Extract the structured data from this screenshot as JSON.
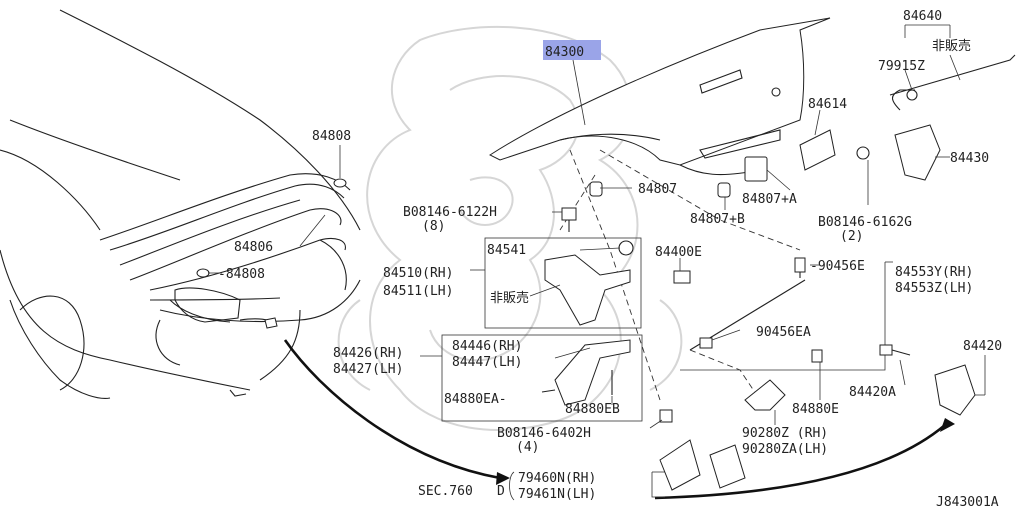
{
  "accent": {
    "highlight": "#9aa4e8",
    "ink": "#222222"
  },
  "labels": {
    "trunk_lid": "84300",
    "seal_top": "84808",
    "weatherstrip": "84806",
    "seal_inner": "-84808",
    "bumper_1": "84807",
    "bumper_2": "84807+A",
    "bumper_3": "84807+B",
    "stay_group": "84640",
    "stay_clip": "79915Z",
    "stay_nfs": "非販売",
    "striker": "84614",
    "lock": "84430",
    "bolt_6162": "B08146-6162G",
    "bolt_6162_qty": "(2)",
    "bolt_6122": "B08146-6122H",
    "bolt_6122_qty": "(8)",
    "grommet": "84541",
    "hinge_rh": "84510(RH)",
    "hinge_lh": "84511(LH)",
    "hinge_nfs": "非販売",
    "bumper_hinge": "84400E",
    "clip_90456": "-90456E",
    "stay_rh": "84553Y(RH)",
    "stay_lh": "84553Z(LH)",
    "clip_90456A": "90456EA",
    "arm_rh_outer": "84426(RH)",
    "arm_lh_outer": "84427(LH)",
    "arm_rh_inner": "84446(RH)",
    "arm_lh_inner": "84447(LH)",
    "clip_eb": "84880EB",
    "clip_ea": "84880EA-",
    "clip_e": "84880E",
    "bolt_6402": "B08146-6402H",
    "bolt_6402_qty": "(4)",
    "bracket_rh": "90280Z (RH)",
    "bracket_lh": "90280ZA(LH)",
    "lock_assembly": "84420",
    "lock_screw": "84420A",
    "sec_ref": "SEC.760",
    "sec_code": "D",
    "hinge_bracket_rh": "79460N(RH)",
    "hinge_bracket_lh": "79461N(LH)",
    "diagram_id": "J843001A"
  }
}
